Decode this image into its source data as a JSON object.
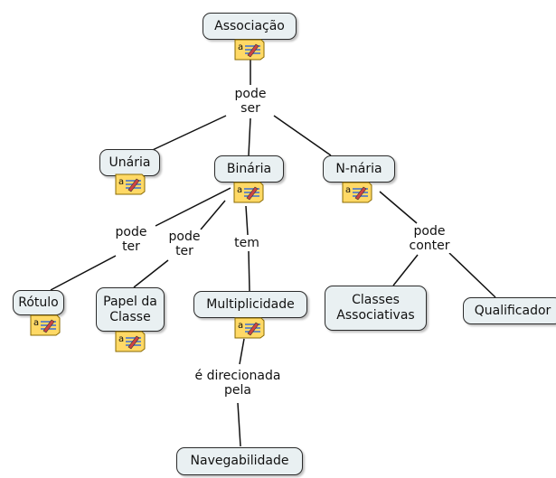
{
  "nodes": {
    "associacao": "Associação",
    "unaria": "Unária",
    "binaria": "Binária",
    "nnaria": "N-nária",
    "rotulo": "Rótulo",
    "papel": "Papel da\nClasse",
    "multiplicidade": "Multiplicidade",
    "classes_assoc": "Classes\nAssociativas",
    "qualificador": "Qualificador",
    "navegabilidade": "Navegabilidade"
  },
  "links": {
    "pode_ser": "pode\nser",
    "pode_ter_1": "pode\nter",
    "pode_ter_2": "pode\nter",
    "tem": "tem",
    "pode_conter": "pode\nconter",
    "direcionada": "é direcionada\npela"
  },
  "colors": {
    "node_fill": "#e9f0f2",
    "node_border": "#2b2b2b",
    "line": "#111111",
    "note_fill": "#ffd966",
    "note_text_lines": "#3b6fd4"
  },
  "icons": {
    "note": "annotation-note-icon"
  }
}
